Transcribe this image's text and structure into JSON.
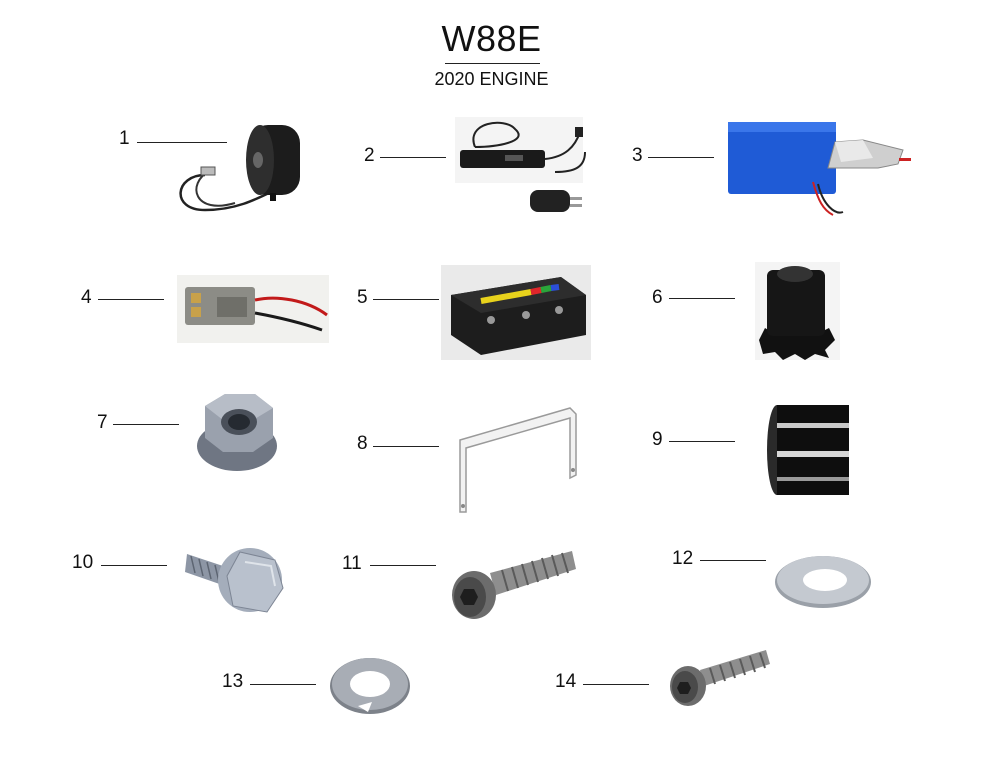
{
  "header": {
    "title": "W88E",
    "subtitle": "2020 ENGINE"
  },
  "parts": [
    {
      "number": "1",
      "icon": "motor-icon"
    },
    {
      "number": "2",
      "icon": "charger-icon"
    },
    {
      "number": "3",
      "icon": "battery-pack-icon"
    },
    {
      "number": "4",
      "icon": "connector-harness-icon"
    },
    {
      "number": "5",
      "icon": "controller-icon"
    },
    {
      "number": "6",
      "icon": "sprocket-icon"
    },
    {
      "number": "7",
      "icon": "flange-nut-icon"
    },
    {
      "number": "8",
      "icon": "bracket-icon"
    },
    {
      "number": "9",
      "icon": "spacer-icon"
    },
    {
      "number": "10",
      "icon": "flange-bolt-icon"
    },
    {
      "number": "11",
      "icon": "socket-cap-screw-icon"
    },
    {
      "number": "12",
      "icon": "flat-washer-icon"
    },
    {
      "number": "13",
      "icon": "lock-washer-icon"
    },
    {
      "number": "14",
      "icon": "socket-cap-screw-small-icon"
    }
  ]
}
